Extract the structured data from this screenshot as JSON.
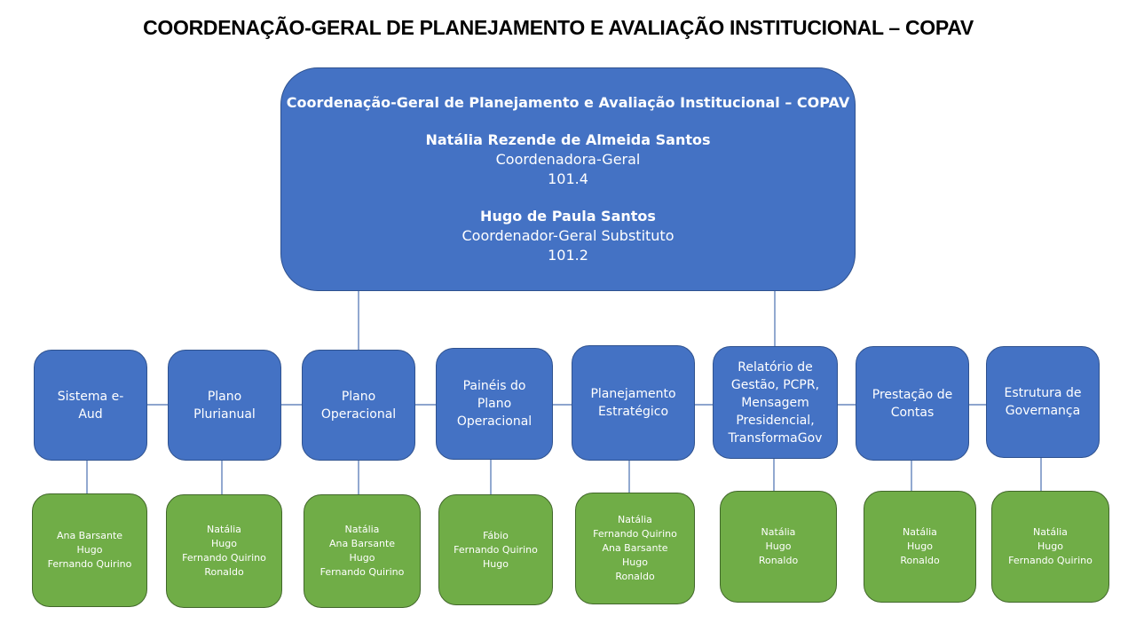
{
  "title": "COORDENAÇÃO-GERAL DE PLANEJAMENTO E AVALIAÇÃO INSTITUCIONAL –  COPAV",
  "root": {
    "heading": "Coordenação-Geral de Planejamento e Avaliação Institucional – COPAV",
    "people": [
      {
        "name": "Natália Rezende de Almeida Santos",
        "role": "Coordenadora-Geral",
        "ext": "101.4"
      },
      {
        "name": "Hugo de Paula Santos",
        "role": "Coordenador-Geral Substituto",
        "ext": "101.2"
      }
    ]
  },
  "units": [
    {
      "label": "Sistema e-Aud",
      "members": [
        "Ana Barsante",
        "Hugo",
        "Fernando Quirino"
      ]
    },
    {
      "label": "Plano Plurianual",
      "members": [
        "Natália",
        "Hugo",
        "Fernando Quirino",
        "Ronaldo"
      ]
    },
    {
      "label": "Plano Operacional",
      "members": [
        "Natália",
        "Ana Barsante",
        "Hugo",
        "Fernando Quirino"
      ]
    },
    {
      "label": "Painéis do Plano Operacional",
      "members": [
        "Fábio",
        "Fernando Quirino",
        "Hugo"
      ]
    },
    {
      "label": "Planejamento Estratégico",
      "members": [
        "Natália",
        "Fernando Quirino",
        "Ana Barsante",
        "Hugo",
        "Ronaldo"
      ]
    },
    {
      "label": "Relatório de Gestão, PCPR, Mensagem Presidencial, TransformaGov",
      "members": [
        "Natália",
        "Hugo",
        "Ronaldo"
      ]
    },
    {
      "label": "Prestação de Contas",
      "members": [
        "Natália",
        "Hugo",
        "Ronaldo"
      ]
    },
    {
      "label": "Estrutura de Governança",
      "members": [
        "Natália",
        "Hugo",
        "Fernando Quirino"
      ]
    }
  ],
  "colors": {
    "unit": "#4472C4",
    "members": "#70AD47"
  }
}
